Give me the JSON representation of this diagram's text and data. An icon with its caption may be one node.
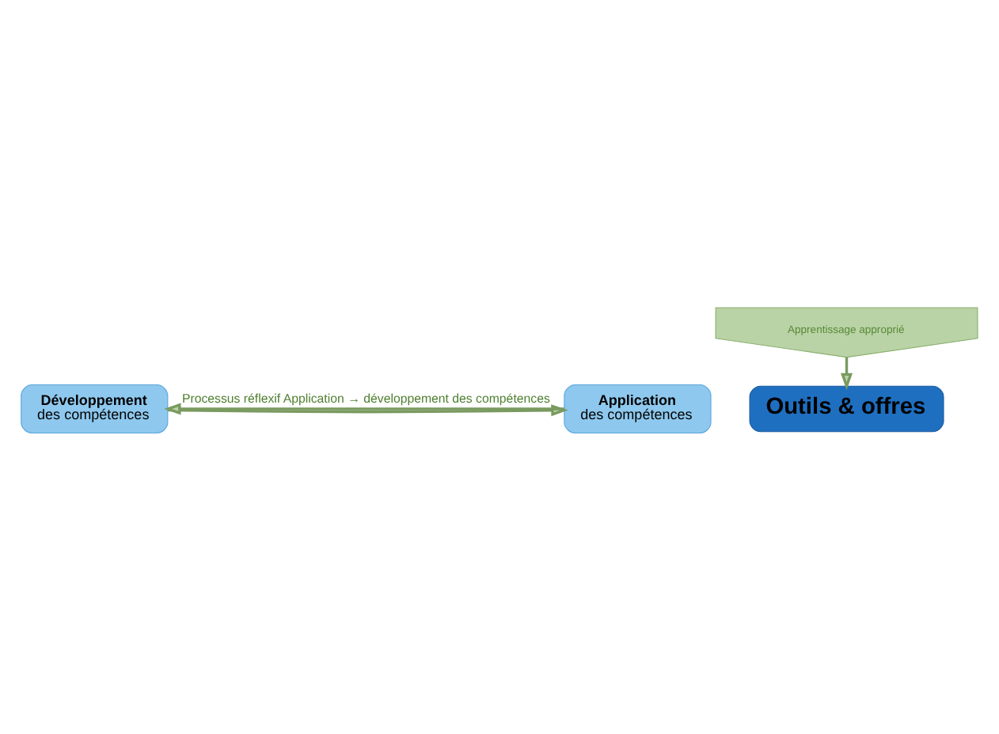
{
  "diagram": {
    "nodes": [
      {
        "text": [
          "Développement",
          "des compétences"
        ]
      },
      {
        "text": [
          "Outils & offres"
        ]
      },
      {
        "text": [
          "Application",
          "des compétences"
        ]
      },
      {
        "text": [
          "Apprentissage approprié"
        ]
      }
    ],
    "edges": [
      {
        "from": 0,
        "to": 2,
        "arrow": "to"
      },
      {
        "from": 2,
        "to": 0,
        "arrow": "to",
        "label": "Processus réflexif Application → développement des compétences"
      },
      {
        "from": 3,
        "to": 1,
        "arrow": "to"
      }
    ]
  }
}
